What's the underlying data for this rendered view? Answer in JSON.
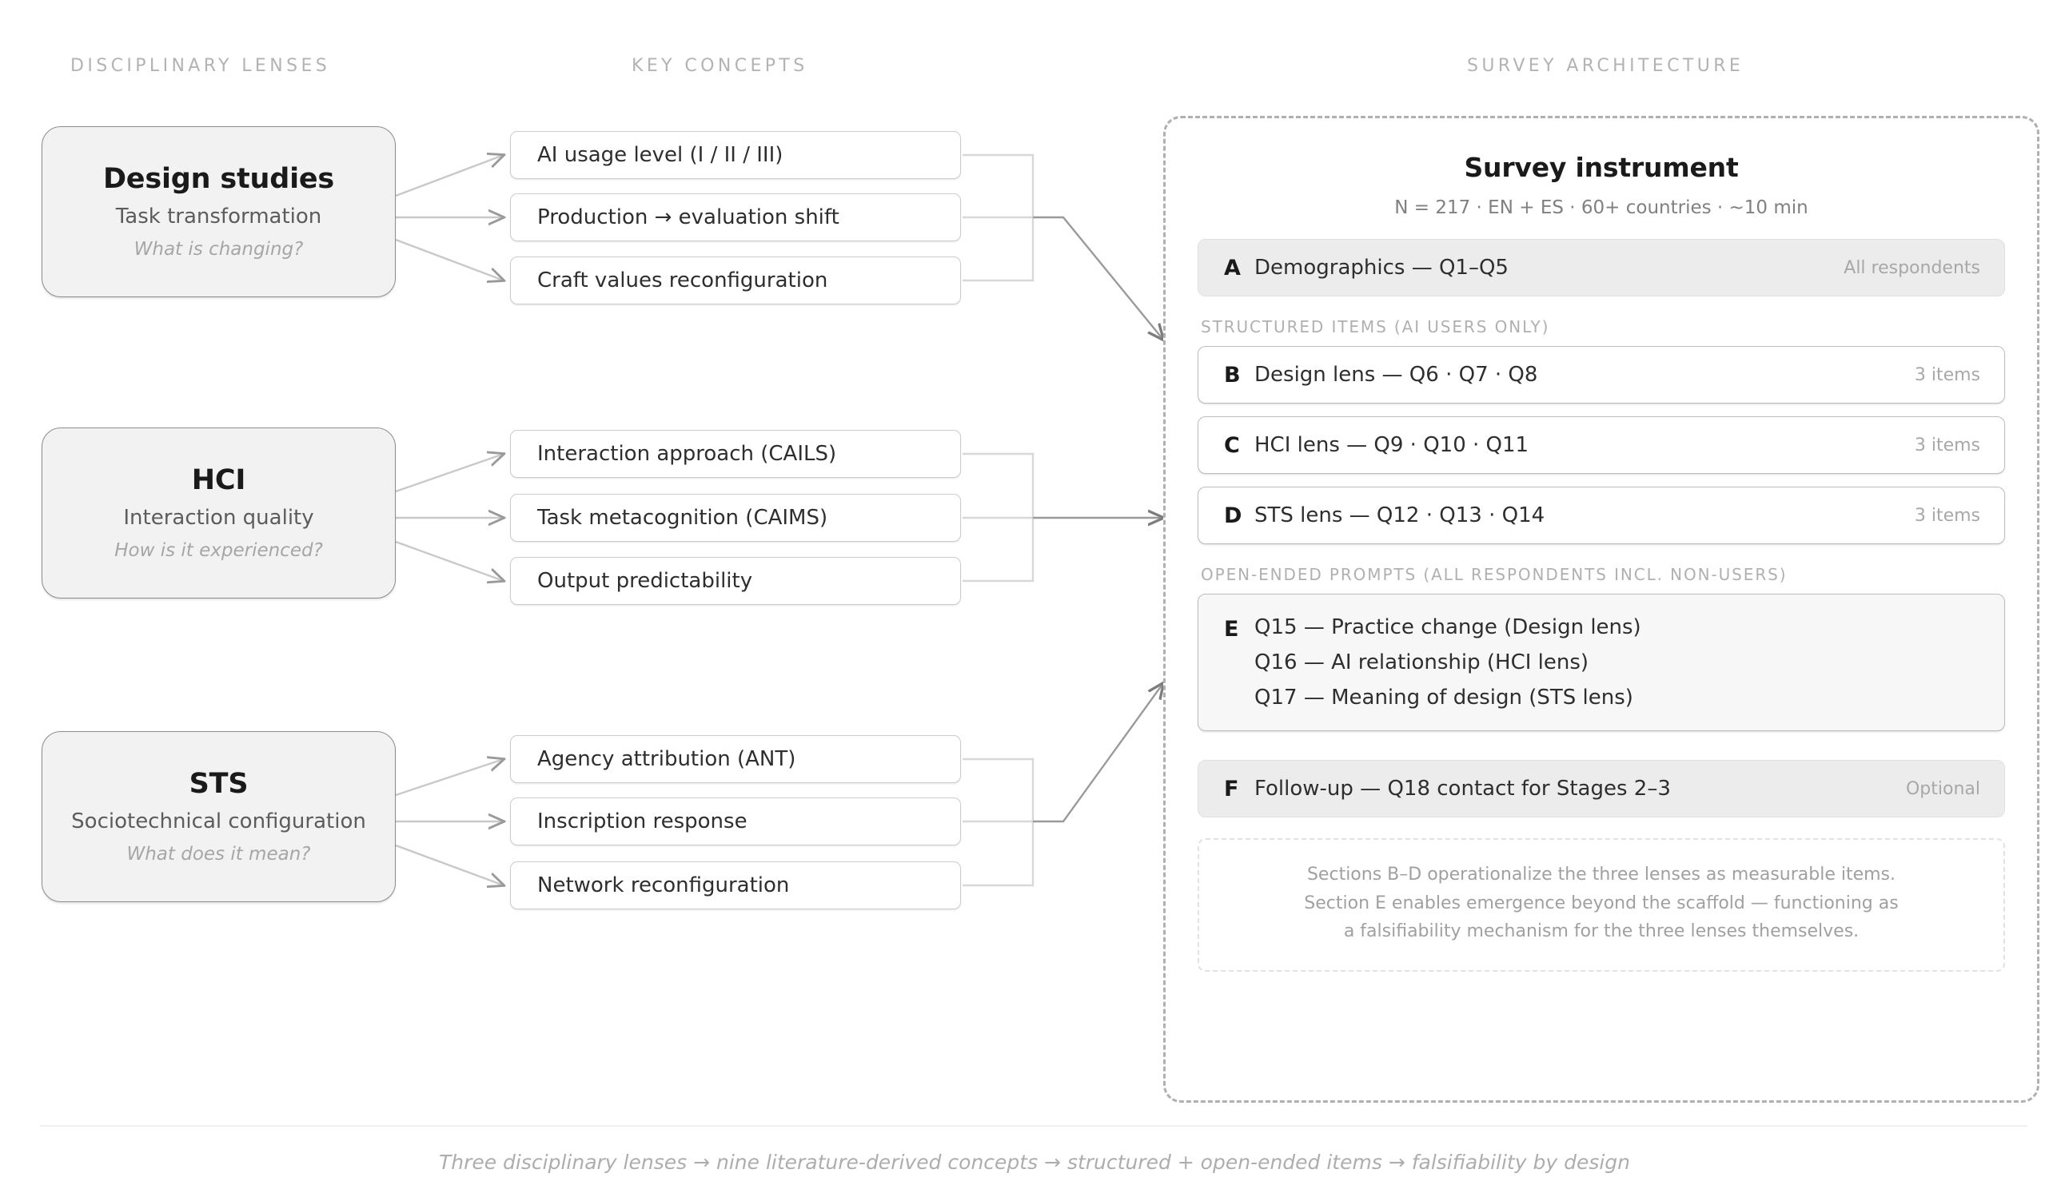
{
  "columns": {
    "lenses_header": "DISCIPLINARY LENSES",
    "concepts_header": "KEY CONCEPTS",
    "survey_header": "SURVEY ARCHITECTURE"
  },
  "lenses": [
    {
      "title": "Design studies",
      "subtitle": "Task transformation",
      "question": "What is changing?"
    },
    {
      "title": "HCI",
      "subtitle": "Interaction quality",
      "question": "How is it experienced?"
    },
    {
      "title": "STS",
      "subtitle": "Sociotechnical configuration",
      "question": "What does it mean?"
    }
  ],
  "concepts": [
    "AI usage level (I / II / III)",
    "Production → evaluation shift",
    "Craft values reconfiguration",
    "Interaction approach (CAILS)",
    "Task metacognition (CAIMS)",
    "Output predictability",
    "Agency attribution (ANT)",
    "Inscription response",
    "Network reconfiguration"
  ],
  "survey": {
    "title": "Survey instrument",
    "meta": "N = 217 · EN + ES · 60+ countries · ~10 min",
    "section_a": {
      "letter": "A",
      "text": "Demographics — Q1–Q5",
      "note": "All respondents"
    },
    "structured_label": "STRUCTURED ITEMS (AI USERS ONLY)",
    "structured": [
      {
        "letter": "B",
        "text": "Design lens — Q6 · Q7 · Q8",
        "note": "3 items"
      },
      {
        "letter": "C",
        "text": "HCI lens — Q9 · Q10 · Q11",
        "note": "3 items"
      },
      {
        "letter": "D",
        "text": "STS lens — Q12 · Q13 · Q14",
        "note": "3 items"
      }
    ],
    "open_label": "OPEN-ENDED PROMPTS (ALL RESPONDENTS INCL. NON-USERS)",
    "open_block": {
      "letter": "E",
      "lines": [
        "Q15 — Practice change (Design lens)",
        "Q16 — AI relationship (HCI lens)",
        "Q17 — Meaning of design (STS lens)"
      ]
    },
    "section_f": {
      "letter": "F",
      "text": "Follow-up — Q18 contact for Stages 2–3",
      "note": "Optional"
    },
    "note_lines": [
      "Sections B–D operationalize the three lenses as measurable items.",
      "Section E enables emergence beyond the scaffold — functioning as",
      "a falsifiability mechanism for the three lenses themselves."
    ]
  },
  "caption": "Three disciplinary lenses → nine literature-derived concepts → structured + open-ended items → falsifiability by design",
  "colors": {
    "lens_fill": "#f2f2f2",
    "lens_border": "#8c8c8c",
    "concept_border": "#cccccc",
    "panel_border": "#b0b0b0",
    "shaded_row": "#ececec",
    "muted_text": "#a8a8a8",
    "wire": "#c9c9c9",
    "wire_strong": "#9a9a9a"
  }
}
